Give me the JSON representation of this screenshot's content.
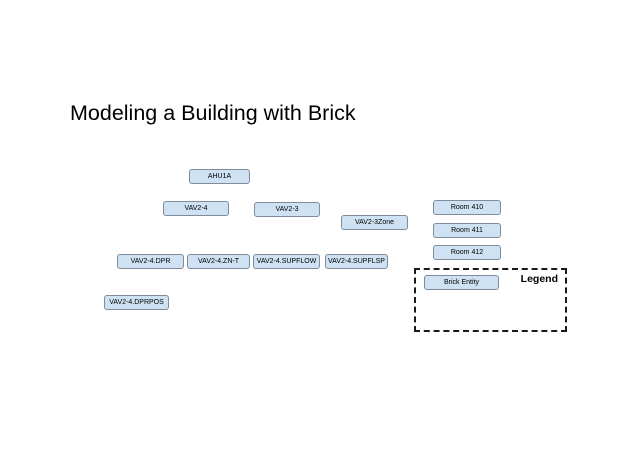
{
  "slide": {
    "title": "Modeling a Building with Brick"
  },
  "diagram": {
    "entities": [
      {
        "label": "AHU1A"
      },
      {
        "label": "VAV2-4"
      },
      {
        "label": "VAV2-3"
      },
      {
        "label": "VAV2-3Zone"
      },
      {
        "label": "Room 410"
      },
      {
        "label": "Room 411"
      },
      {
        "label": "Room 412"
      },
      {
        "label": "VAV2-4.DPR"
      },
      {
        "label": "VAV2-4.ZN-T"
      },
      {
        "label": "VAV2-4.SUPFLOW"
      },
      {
        "label": "VAV2-4.SUPFLSP"
      },
      {
        "label": "VAV2-4.DPRPOS"
      }
    ],
    "legend": {
      "title": "Legend",
      "items": [
        {
          "label": "Brick Entity"
        }
      ]
    },
    "colors": {
      "background": "#ffffff",
      "entity_fill": "#cfe2f3",
      "entity_border": "#7f8b99",
      "legend_border": "#1a1a1a",
      "text": "#000000"
    }
  }
}
